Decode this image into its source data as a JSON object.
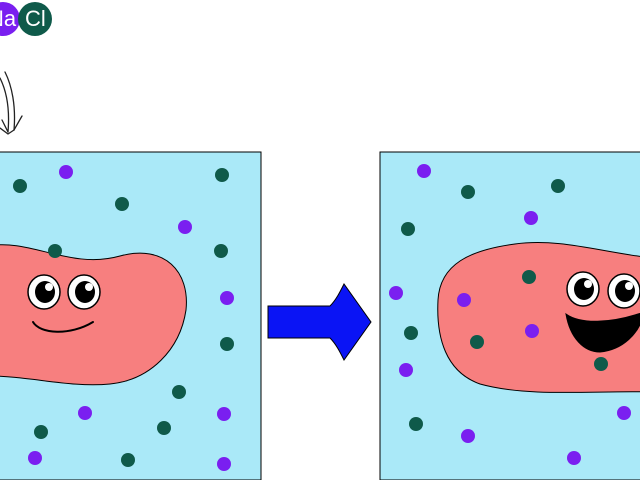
{
  "legend": {
    "sodium_symbol": "Na",
    "chloride_symbol": "Cl",
    "sodium_color": "#7a1ff0",
    "chloride_color": "#0f5a4a"
  },
  "colors": {
    "water": "#aae9f8",
    "cell": "#f77f7f",
    "arrow": "#0a14f5",
    "outline": "#000000"
  },
  "panels": [
    {
      "name": "before-panel",
      "cell_state": "calm",
      "mouth": "slight-smile"
    },
    {
      "name": "after-panel",
      "cell_state": "happy",
      "mouth": "open-grin"
    }
  ],
  "arrow": {
    "direction": "right",
    "icon": "right-arrow-icon"
  }
}
